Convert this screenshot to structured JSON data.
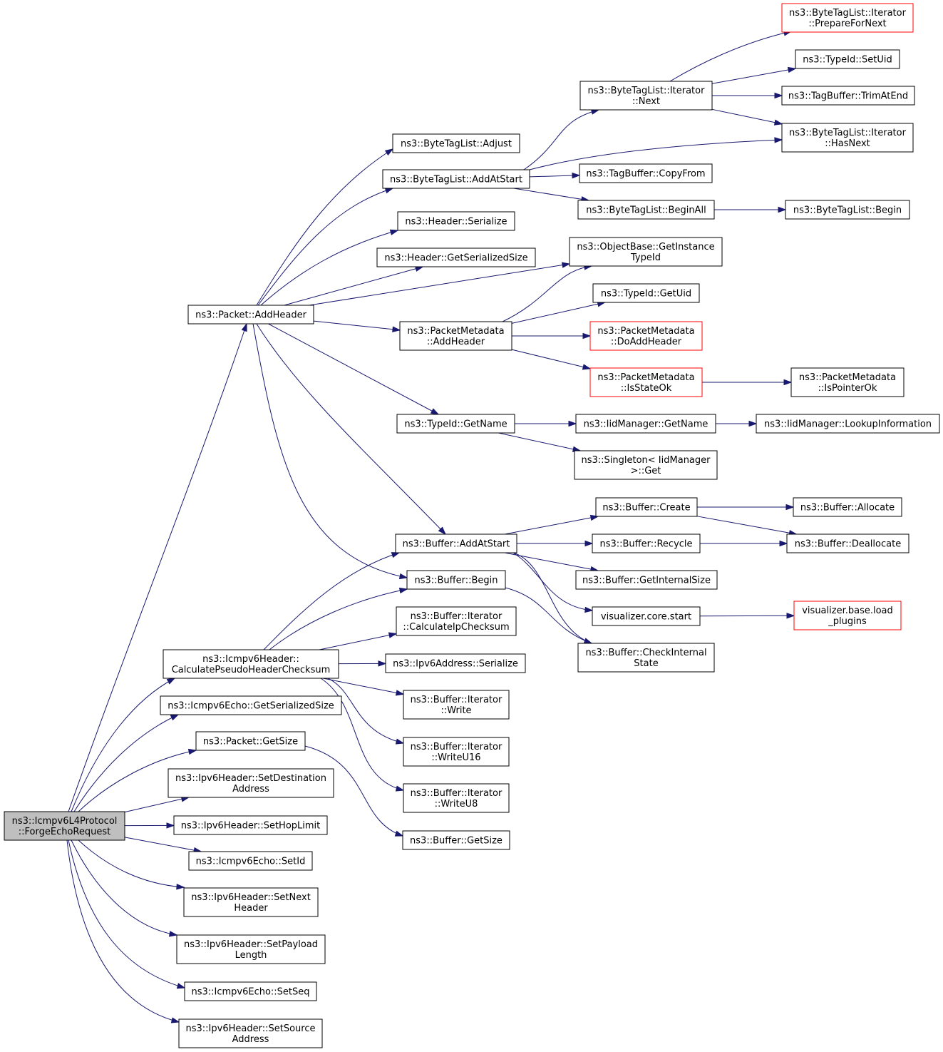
{
  "graph": {
    "root": "n0",
    "colors": {
      "edge": "#191970",
      "root_fill": "#bfbfbf",
      "missing_border": "#ff0000",
      "border": "#000000"
    },
    "nodes": [
      {
        "id": "n0",
        "lines": [
          "ns3::Icmpv6L4Protocol",
          "::ForgeEchoRequest"
        ],
        "root": true
      },
      {
        "id": "n1",
        "lines": [
          "ns3::Packet::AddHeader"
        ]
      },
      {
        "id": "n2",
        "lines": [
          "ns3::Icmpv6Header::",
          "CalculatePseudoHeaderChecksum"
        ]
      },
      {
        "id": "n3",
        "lines": [
          "ns3::Icmpv6Echo::GetSerializedSize"
        ]
      },
      {
        "id": "n4",
        "lines": [
          "ns3::Packet::GetSize"
        ]
      },
      {
        "id": "n5",
        "lines": [
          "ns3::Ipv6Header::SetDestination",
          "Address"
        ]
      },
      {
        "id": "n6",
        "lines": [
          "ns3::Ipv6Header::SetHopLimit"
        ]
      },
      {
        "id": "n7",
        "lines": [
          "ns3::Icmpv6Echo::SetId"
        ]
      },
      {
        "id": "n8",
        "lines": [
          "ns3::Ipv6Header::SetNext",
          "Header"
        ]
      },
      {
        "id": "n9",
        "lines": [
          "ns3::Ipv6Header::SetPayload",
          "Length"
        ]
      },
      {
        "id": "n10",
        "lines": [
          "ns3::Icmpv6Echo::SetSeq"
        ]
      },
      {
        "id": "n11",
        "lines": [
          "ns3::Ipv6Header::SetSource",
          "Address"
        ]
      },
      {
        "id": "n12",
        "lines": [
          "ns3::ByteTagList::Adjust"
        ]
      },
      {
        "id": "n13",
        "lines": [
          "ns3::ByteTagList::AddAtStart"
        ]
      },
      {
        "id": "n14",
        "lines": [
          "ns3::Header::Serialize"
        ]
      },
      {
        "id": "n15",
        "lines": [
          "ns3::Header::GetSerializedSize"
        ]
      },
      {
        "id": "n16",
        "lines": [
          "ns3::PacketMetadata",
          "::AddHeader"
        ]
      },
      {
        "id": "n17",
        "lines": [
          "ns3::TypeId::GetName"
        ]
      },
      {
        "id": "n18",
        "lines": [
          "ns3::Buffer::AddAtStart"
        ]
      },
      {
        "id": "n19",
        "lines": [
          "ns3::Buffer::Begin"
        ]
      },
      {
        "id": "n20",
        "lines": [
          "ns3::Buffer::Iterator",
          "::CalculateIpChecksum"
        ]
      },
      {
        "id": "n21",
        "lines": [
          "ns3::Ipv6Address::Serialize"
        ]
      },
      {
        "id": "n22",
        "lines": [
          "ns3::Buffer::Iterator",
          "::Write"
        ]
      },
      {
        "id": "n23",
        "lines": [
          "ns3::Buffer::Iterator",
          "::WriteU16"
        ]
      },
      {
        "id": "n24",
        "lines": [
          "ns3::Buffer::Iterator",
          "::WriteU8"
        ]
      },
      {
        "id": "n25",
        "lines": [
          "ns3::Buffer::GetSize"
        ]
      },
      {
        "id": "n26",
        "lines": [
          "ns3::ByteTagList::Iterator",
          "::Next"
        ]
      },
      {
        "id": "n27",
        "lines": [
          "ns3::TagBuffer::CopyFrom"
        ]
      },
      {
        "id": "n28",
        "lines": [
          "ns3::ByteTagList::BeginAll"
        ]
      },
      {
        "id": "n29",
        "lines": [
          "ns3::ObjectBase::GetInstance",
          "TypeId"
        ]
      },
      {
        "id": "n30",
        "lines": [
          "ns3::TypeId::GetUid"
        ]
      },
      {
        "id": "n31",
        "lines": [
          "ns3::PacketMetadata",
          "::DoAddHeader"
        ],
        "red": true
      },
      {
        "id": "n32",
        "lines": [
          "ns3::PacketMetadata",
          "::IsStateOk"
        ],
        "red": true
      },
      {
        "id": "n33",
        "lines": [
          "ns3::IidManager::GetName"
        ]
      },
      {
        "id": "n34",
        "lines": [
          "ns3::Singleton< IidManager",
          ">::Get"
        ]
      },
      {
        "id": "n35",
        "lines": [
          "ns3::Buffer::Create"
        ]
      },
      {
        "id": "n36",
        "lines": [
          "ns3::Buffer::Recycle"
        ]
      },
      {
        "id": "n37",
        "lines": [
          "ns3::Buffer::GetInternalSize"
        ]
      },
      {
        "id": "n38",
        "lines": [
          "visualizer.core.start"
        ]
      },
      {
        "id": "n39",
        "lines": [
          "ns3::Buffer::CheckInternal",
          "State"
        ]
      },
      {
        "id": "n40",
        "lines": [
          "ns3::ByteTagList::Iterator",
          "::PrepareForNext"
        ],
        "red": true
      },
      {
        "id": "n41",
        "lines": [
          "ns3::TypeId::SetUid"
        ]
      },
      {
        "id": "n42",
        "lines": [
          "ns3::TagBuffer::TrimAtEnd"
        ]
      },
      {
        "id": "n43",
        "lines": [
          "ns3::ByteTagList::Iterator",
          "::HasNext"
        ]
      },
      {
        "id": "n44",
        "lines": [
          "ns3::ByteTagList::Begin"
        ]
      },
      {
        "id": "n45",
        "lines": [
          "ns3::PacketMetadata",
          "::IsPointerOk"
        ]
      },
      {
        "id": "n46",
        "lines": [
          "ns3::IidManager::LookupInformation"
        ]
      },
      {
        "id": "n47",
        "lines": [
          "ns3::Buffer::Allocate"
        ]
      },
      {
        "id": "n48",
        "lines": [
          "ns3::Buffer::Deallocate"
        ]
      },
      {
        "id": "n49",
        "lines": [
          "visualizer.base.load",
          "_plugins"
        ],
        "red": true
      }
    ],
    "edges": [
      [
        "n0",
        "n1"
      ],
      [
        "n0",
        "n2"
      ],
      [
        "n0",
        "n3"
      ],
      [
        "n0",
        "n4"
      ],
      [
        "n0",
        "n5"
      ],
      [
        "n0",
        "n6"
      ],
      [
        "n0",
        "n7"
      ],
      [
        "n0",
        "n8"
      ],
      [
        "n0",
        "n9"
      ],
      [
        "n0",
        "n10"
      ],
      [
        "n0",
        "n11"
      ],
      [
        "n1",
        "n12"
      ],
      [
        "n1",
        "n13"
      ],
      [
        "n1",
        "n14"
      ],
      [
        "n1",
        "n15"
      ],
      [
        "n1",
        "n29"
      ],
      [
        "n1",
        "n16"
      ],
      [
        "n1",
        "n17"
      ],
      [
        "n1",
        "n18"
      ],
      [
        "n1",
        "n19"
      ],
      [
        "n2",
        "n18"
      ],
      [
        "n2",
        "n19"
      ],
      [
        "n2",
        "n20"
      ],
      [
        "n2",
        "n21"
      ],
      [
        "n2",
        "n22"
      ],
      [
        "n2",
        "n23"
      ],
      [
        "n2",
        "n24"
      ],
      [
        "n4",
        "n25"
      ],
      [
        "n13",
        "n26"
      ],
      [
        "n13",
        "n43"
      ],
      [
        "n13",
        "n27"
      ],
      [
        "n13",
        "n28"
      ],
      [
        "n26",
        "n40"
      ],
      [
        "n26",
        "n41"
      ],
      [
        "n26",
        "n42"
      ],
      [
        "n26",
        "n43"
      ],
      [
        "n28",
        "n44"
      ],
      [
        "n16",
        "n29"
      ],
      [
        "n16",
        "n30"
      ],
      [
        "n16",
        "n31"
      ],
      [
        "n16",
        "n32"
      ],
      [
        "n32",
        "n45"
      ],
      [
        "n17",
        "n33"
      ],
      [
        "n17",
        "n34"
      ],
      [
        "n33",
        "n46"
      ],
      [
        "n18",
        "n35"
      ],
      [
        "n18",
        "n36"
      ],
      [
        "n18",
        "n37"
      ],
      [
        "n18",
        "n38"
      ],
      [
        "n18",
        "n39"
      ],
      [
        "n19",
        "n39"
      ],
      [
        "n35",
        "n47"
      ],
      [
        "n35",
        "n48"
      ],
      [
        "n36",
        "n48"
      ],
      [
        "n38",
        "n49"
      ]
    ]
  }
}
